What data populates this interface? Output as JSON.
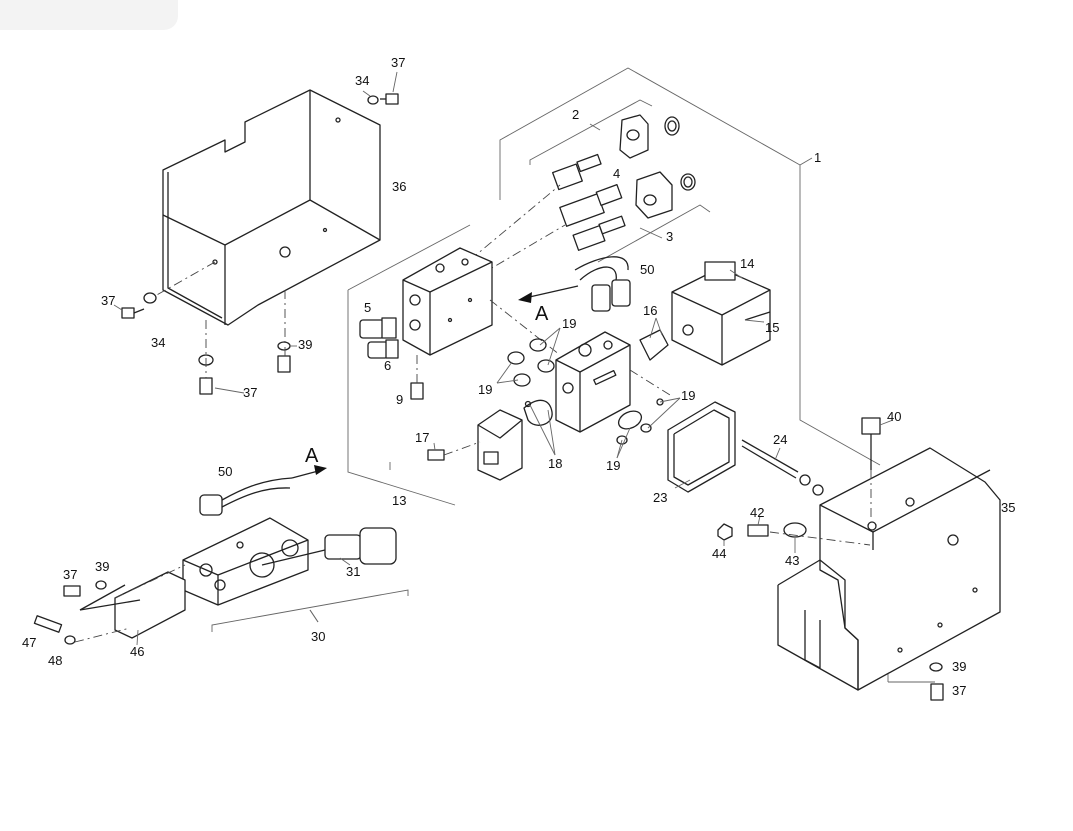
{
  "labels": {
    "n1": "1",
    "n2": "2",
    "n3": "3",
    "n4": "4",
    "n5": "5",
    "n6": "6",
    "n9": "9",
    "n13": "13",
    "n14": "14",
    "n15": "15",
    "n16": "16",
    "n17": "17",
    "n18": "18",
    "n19a": "19",
    "n19b": "19",
    "n19c": "19",
    "n19d": "19",
    "n23": "23",
    "n24": "24",
    "n30": "30",
    "n31": "31",
    "n34a": "34",
    "n34b": "34",
    "n35": "35",
    "n36": "36",
    "n37a": "37",
    "n37b": "37",
    "n37c": "37",
    "n37d": "37",
    "n37e": "37",
    "n39a": "39",
    "n39b": "39",
    "n39c": "39",
    "n40": "40",
    "n42": "42",
    "n43": "43",
    "n44": "44",
    "n46": "46",
    "n47": "47",
    "n48": "48",
    "n50a": "50",
    "n50b": "50",
    "arrowA1": "A",
    "arrowA2": "A"
  },
  "colors": {
    "line": "#222222",
    "background": "#ffffff",
    "tab": "#f3f3f3"
  }
}
